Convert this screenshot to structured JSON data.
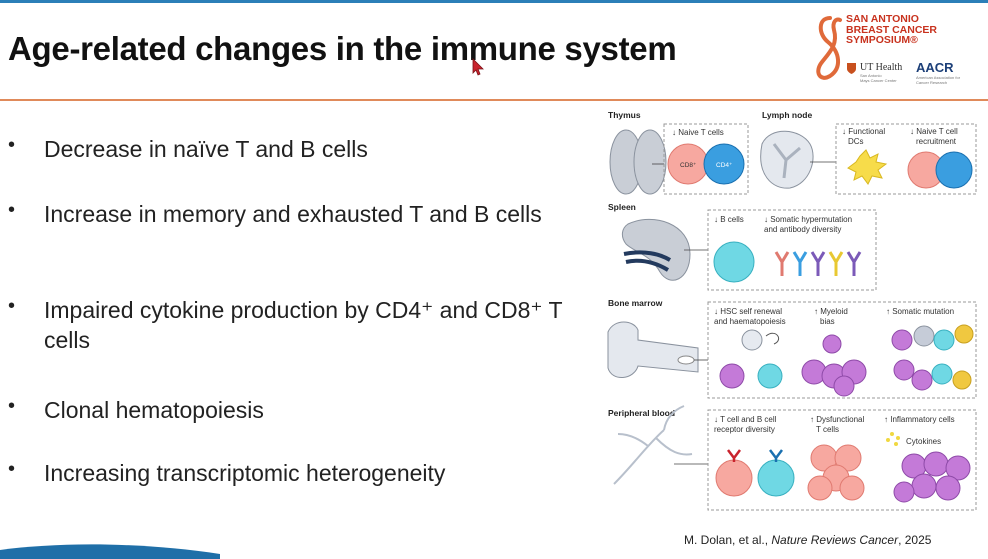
{
  "slide": {
    "title": "Age-related changes in the immune system",
    "bullets": [
      {
        "text": "Decrease in naïve T and B cells"
      },
      {
        "text": "Increase in memory and exhausted T and B cells"
      },
      {
        "text": "Impaired cytokine production by CD4⁺ and CD8⁺ T cells"
      },
      {
        "text": "Clonal hematopoiesis"
      },
      {
        "text": "Increasing transcriptomic heterogeneity"
      }
    ]
  },
  "logos": {
    "sabcs_lines": [
      "SAN ANTONIO",
      "BREAST CANCER",
      "SYMPOSIUM®"
    ],
    "ut_health": "UT Health",
    "ut_health_sub": "San Antonio",
    "ut_health_sub2": "Mays Cancer Center",
    "aacr": "AACR",
    "aacr_sub": "American Association for Cancer Research"
  },
  "figure": {
    "thymus": {
      "label": "Thymus",
      "change": "↓ Naive T cells",
      "cell_a": "CD8⁺",
      "cell_b": "CD4⁺"
    },
    "lymph_node": {
      "label": "Lymph node",
      "change_a_1": "↓ Functional",
      "change_a_2": "DCs",
      "change_b_1": "↓ Naive T cell",
      "change_b_2": "recruitment"
    },
    "spleen": {
      "label": "Spleen",
      "change_a": "↓ B cells",
      "change_b_1": "↓ Somatic hypermutation",
      "change_b_2": "and antibody diversity"
    },
    "bone_marrow": {
      "label": "Bone marrow",
      "change_a_1": "↓ HSC self renewal",
      "change_a_2": "and haematopoiesis",
      "change_b_1": "↑ Myeloid",
      "change_b_2": "bias",
      "change_c": "↑ Somatic mutation"
    },
    "peripheral_blood": {
      "label": "Peripheral blood",
      "change_a_1": "↓ T cell and B cell",
      "change_a_2": "receptor diversity",
      "change_b_1": "↑ Dysfunctional",
      "change_b_2": "T cells",
      "change_c": "↑ Inflammatory cells",
      "cytokines": "Cytokines"
    }
  },
  "citation": {
    "authors": "M. Dolan, et al., ",
    "journal": "Nature Reviews Cancer",
    "year": ", 2025"
  }
}
